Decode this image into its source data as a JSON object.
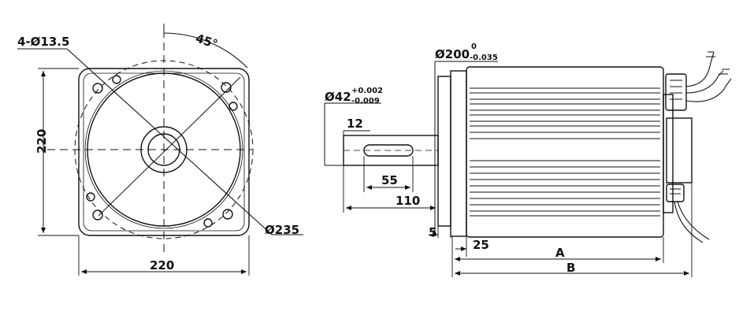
{
  "front_view": {
    "bolt_holes_label": "4-Ø13.5",
    "angle_label": "45°",
    "height_label": "220",
    "width_label": "220",
    "pitch_circle_label": "Ø235"
  },
  "side_view": {
    "flange_dia_label": "Ø200",
    "flange_tol_upper": "0",
    "flange_tol_lower": "-0.035",
    "shaft_dia_label": "Ø42",
    "shaft_tol_upper": "+0.002",
    "shaft_tol_lower": "-0.009",
    "key_width_label": "12",
    "key_length_label": "55",
    "shaft_length_label": "110",
    "flange_thickness_label": "5",
    "pilot_label": "25",
    "dim_a_label": "A",
    "dim_b_label": "B"
  }
}
